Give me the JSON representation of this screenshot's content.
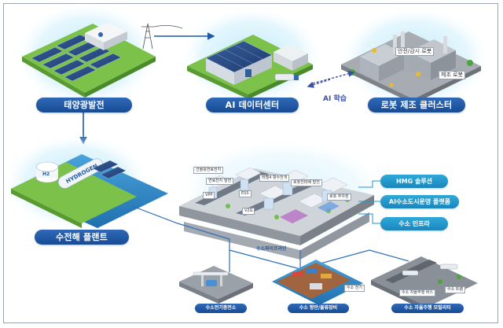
{
  "nodes": {
    "solar": "태양광발전",
    "datacenter": "AI 데이터센터",
    "robot_cluster": "로봇 제조 클러스터",
    "electrolysis": "수전해 플랜트"
  },
  "edges": {
    "ai_learning": "AI 학습",
    "h2_pipeline": "수소파이프라인"
  },
  "robot_labels": {
    "safety_robot": "안전/감시 로봇",
    "manufacturing_robot": "제조 로봇"
  },
  "plant_signs": {
    "hydrogen": "HYDROGEN",
    "h2": "H2"
  },
  "side_services": [
    "HMG 솔루션",
    "AI수소도시운영 플랫폼",
    "수소 인프라"
  ],
  "city_tags": {
    "t1": "건물용연료전지",
    "t2": "연료전지 발전",
    "t3": "레벨4 향수전개",
    "t4": "로봇전파배 발전",
    "t5": "VPP",
    "t6": "ESS",
    "t7": "V2G",
    "t8": "로봇 주차장"
  },
  "bottom_nodes": {
    "station": "수소전기충전소",
    "port": "수소 항만/물류장비",
    "mobility": "수소 자율주행 모빌리티"
  },
  "bottom_tags": {
    "port_tag": "수소 전기",
    "mobility_tag1": "수소 자율주행 버스",
    "mobility_tag2": "수소 트램"
  },
  "colors": {
    "pill": "#1f58a6",
    "side_pill": "#2396cc",
    "arrow_blue": "#1f58a6",
    "pipeline": "#2f6fb5",
    "grass": "#7cc24a",
    "water": "#2e86c4"
  }
}
